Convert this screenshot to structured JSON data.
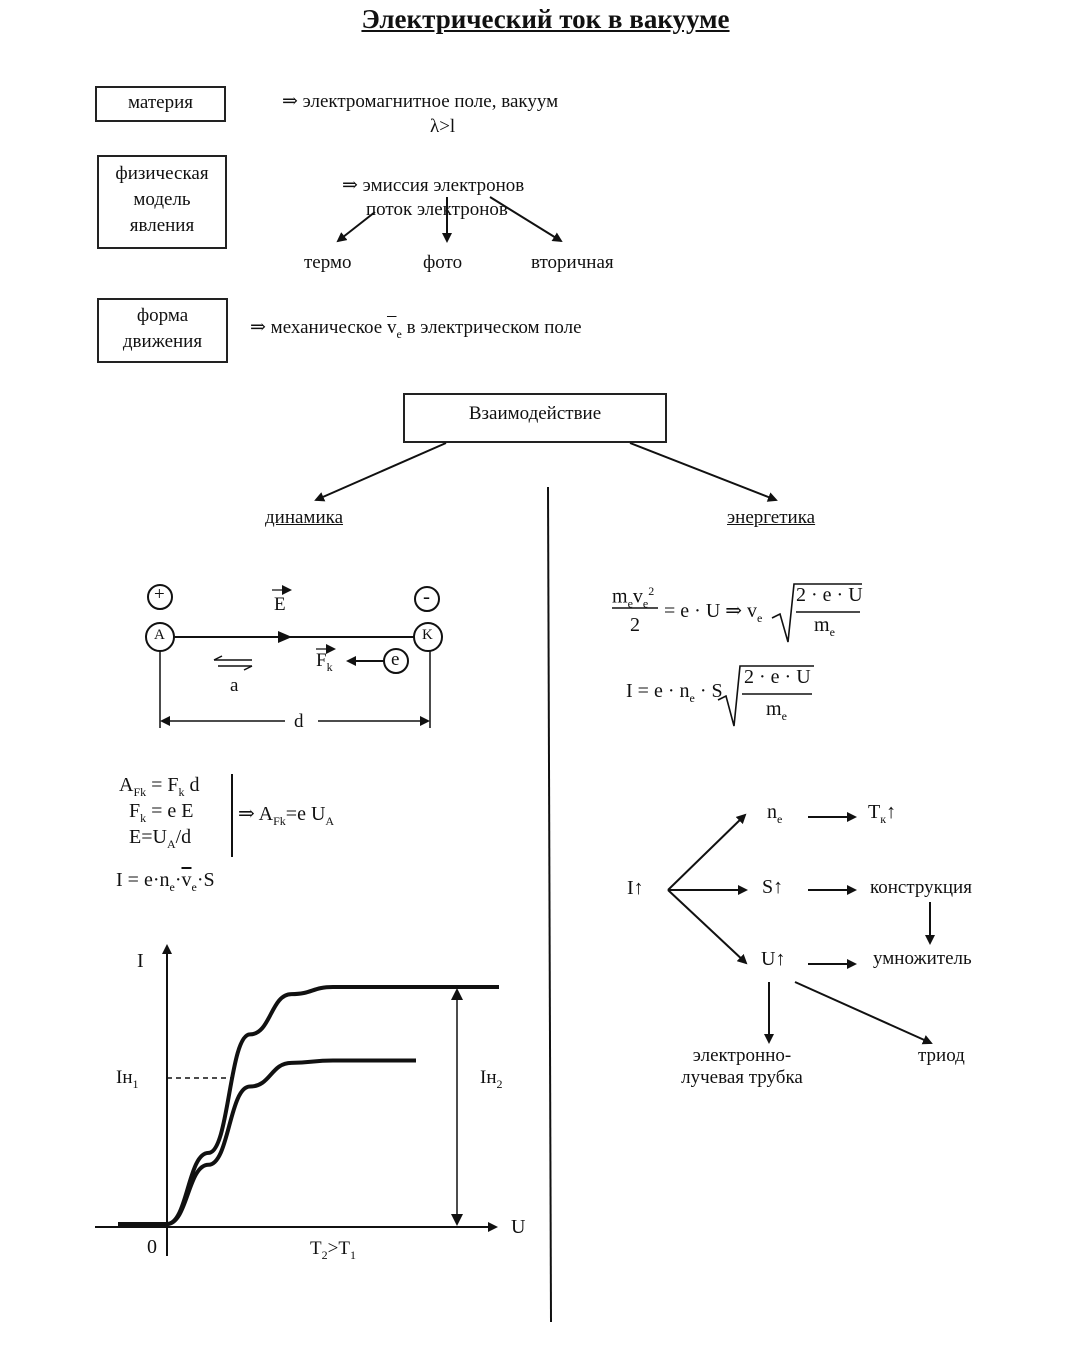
{
  "title": "Электрический ток в вакууме",
  "rows": {
    "matter": {
      "box": "материя",
      "text": "⇒ электромагнитное поле, вакуум",
      "sub": "λ>l"
    },
    "model": {
      "box": [
        "физическая",
        "модель",
        "явления"
      ],
      "line1": "⇒ эмиссия электронов",
      "line2": "поток электронов",
      "types": [
        "термо",
        "фото",
        "вторичная"
      ]
    },
    "motion": {
      "box": [
        "форма",
        "движения"
      ],
      "text_before": "⇒ механическое",
      "v": "v",
      "v_sub": "e",
      "text_after": "в электрическом поле"
    }
  },
  "interaction": {
    "box": "Взаимодействие",
    "left": "динамика",
    "right": "энергетика"
  },
  "dynamics": {
    "plus": "+",
    "minus": "-",
    "anode": "A",
    "cathode": "K",
    "electron": "e",
    "E": "E",
    "F": "F",
    "F_sub": "k",
    "a": "a",
    "d": "d",
    "eq1": "A",
    "eq1_sub": "Fk",
    "eq1_rest": " = F",
    "eq1_sub2": "k",
    "eq1_end": " d",
    "eq2": "F",
    "eq2_sub": "k",
    "eq2_rest": " = e E",
    "eq3": "E=U",
    "eq3_sub": "A",
    "eq3_rest": "/d",
    "result": "⇒ A",
    "result_sub": "Fk",
    "result_rest": "=e U",
    "result_sub2": "A",
    "current": "I = e·n",
    "current_sub": "e",
    "current_mid": "·",
    "current_v": "v",
    "current_v_sub": "e",
    "current_end": "·S"
  },
  "chart": {
    "y_label": "I",
    "x_label": "U",
    "origin": "0",
    "in1": "Iн",
    "in1_sub": "1",
    "in2": "Iн",
    "in2_sub": "2",
    "condition": "T",
    "condition_sub": "2",
    "condition_mid": ">T",
    "condition_sub2": "1"
  },
  "chart_data": {
    "type": "line",
    "series": [
      {
        "name": "T₁",
        "x": [
          0,
          1,
          2,
          3,
          4,
          5,
          6
        ],
        "y": [
          0,
          0.25,
          0.58,
          0.68,
          0.69,
          0.69,
          0.69
        ]
      },
      {
        "name": "T₂",
        "x": [
          0,
          1,
          2,
          3,
          4,
          5,
          6,
          8
        ],
        "y": [
          0,
          0.3,
          0.8,
          0.97,
          1.0,
          1.0,
          1.0,
          1.0
        ]
      }
    ],
    "xlabel": "U",
    "ylabel": "I"
  },
  "energetics": {
    "f1_num": "m",
    "f1_num_sub": "e",
    "f1_v": "v",
    "f1_v_sub": "e",
    "f1_sq": "2",
    "f1_den": "2",
    "f1_mid": "= e · U ⇒ v",
    "f1_mid_sub": "e",
    "f1_root_num": "2 · e · U",
    "f1_root_den": "m",
    "f1_root_den_sub": "e",
    "f2_left": "I = e · n",
    "f2_left_sub": "e",
    "f2_mid": " · S",
    "f2_root_num": "2 · e · U",
    "f2_root_den": "m",
    "f2_root_den_sub": "e",
    "tree": {
      "root": "I↑",
      "ne": "n",
      "ne_sub": "e",
      "Tk": "T",
      "Tk_sub": "к",
      "Tk_arrow": "↑",
      "S": "S↑",
      "construction": "конструкция",
      "U": "U↑",
      "multiplier": "умножитель",
      "crt1": "электронно-",
      "crt2": "лучевая трубка",
      "triode": "триод"
    }
  }
}
